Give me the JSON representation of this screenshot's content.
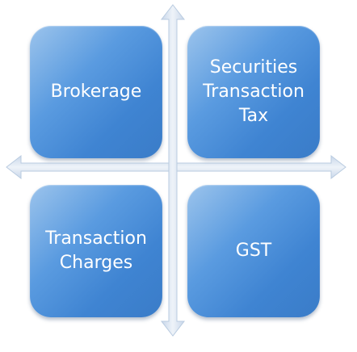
{
  "quadrants": {
    "top_left": "Brokerage",
    "top_right": "Securities Transaction Tax",
    "bottom_left": "Transaction Charges",
    "bottom_right": "GST"
  },
  "colors": {
    "tile_fill": "#4a8fd8",
    "tile_highlight": "#9cc4ec",
    "arrow_fill": "#dce6f2",
    "arrow_stroke": "#b9cbe0",
    "label_text": "#ffffff"
  }
}
